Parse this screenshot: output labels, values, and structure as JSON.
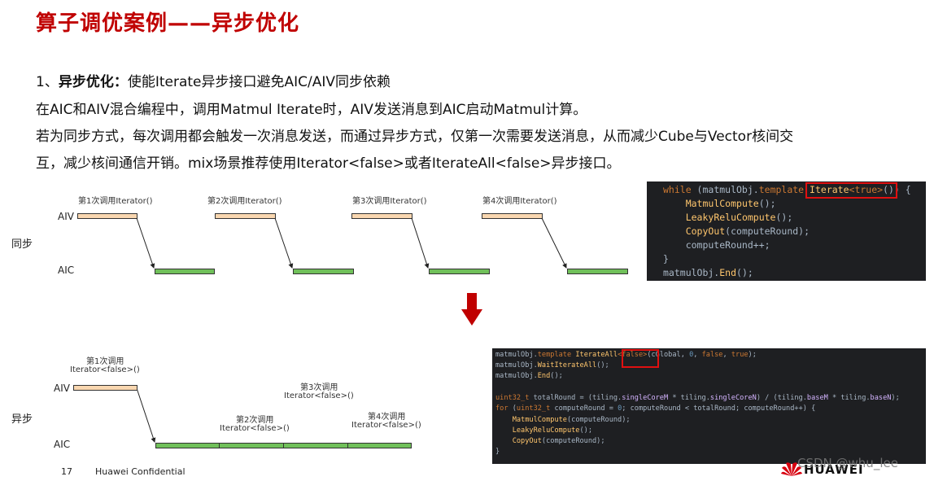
{
  "title": "算子调优案例——异步优化",
  "para": {
    "line1_prefix": "1、",
    "line1_bold": "异步优化：",
    "line1_rest": "使能Iterate异步接口避免AIC/AIV同步依赖",
    "line2": "在AIC和AIV混合编程中，调用Matmul Iterate时，AIV发送消息到AIC启动Matmul计算。",
    "line3": "若为同步方式，每次调用都会触发一次消息发送，而通过异步方式，仅第一次需要发送消息，从而减少Cube与Vector核间交",
    "line4": "互，减少核间通信开销。mix场景推荐使用Iterator<false>或者IterateAll<false>异步接口。"
  },
  "sync": {
    "row_label": "同步",
    "aiv": "AIV",
    "aic": "AIC",
    "calls": [
      "第1次调用Iterator()",
      "第2次调用Iterator()",
      "第3次调用Iterator()",
      "第4次调用Iterator()"
    ]
  },
  "async": {
    "row_label": "异步",
    "aiv": "AIV",
    "aic": "AIC",
    "call1_a": "第1次调用",
    "call1_b": "Iterator<false>()",
    "call2_a": "第2次调用",
    "call2_b": "Iterator<false>()",
    "call3_a": "第3次调用",
    "call3_b": "Iterator<false>()",
    "call4_a": "第4次调用",
    "call4_b": "Iterator<false>()"
  },
  "code_sync": [
    "while (matmulObj.template Iterate<true>()) {",
    "    MatmulCompute();",
    "    LeakyReluCompute();",
    "    CopyOut(computeRound);",
    "    computeRound++;",
    "}",
    "matmulObj.End();"
  ],
  "code_async": [
    "matmulObj.template IterateAll<false>(cGlobal, 0, false, true);",
    "matmulObj.WaitIterateAll();",
    "matmulObj.End();",
    "",
    "uint32_t totalRound = (tiling.singleCoreM * tiling.singleCoreN) / (tiling.baseM * tiling.baseN);",
    "for (uint32_t computeRound = 0; computeRound < totalRound; computeRound++) {",
    "    MatmulCompute(computeRound);",
    "    LeakyReluCompute();",
    "    CopyOut(computeRound);",
    "}"
  ],
  "footer": {
    "page": "17",
    "confidential": "Huawei Confidential",
    "brand": "HUAWEI",
    "watermark": "CSDN @whu_lee"
  },
  "colors": {
    "title": "#c00000",
    "aiv_bar": "#f9d7b0",
    "aic_bar": "#70c05a",
    "arrow": "#c00000",
    "code_bg": "#1e1f22"
  }
}
